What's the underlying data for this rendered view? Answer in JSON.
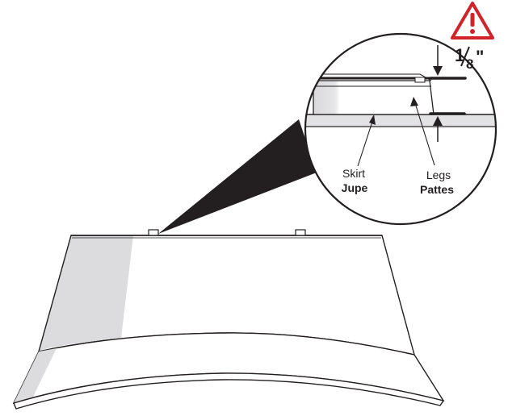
{
  "callout": {
    "skirt_label_en": "Skirt",
    "skirt_label_fr": "Jupe",
    "legs_label_en": "Legs",
    "legs_label_fr": "Pattes"
  },
  "dimension": {
    "whole": "1",
    "numerator": "",
    "denominator": "8",
    "unit": "\""
  },
  "warning": {
    "icon": "warning-triangle-icon",
    "color": "#d2232a"
  },
  "colors": {
    "line": "#231f20",
    "shade": "#d9d9db",
    "light_shade": "#ececee"
  }
}
